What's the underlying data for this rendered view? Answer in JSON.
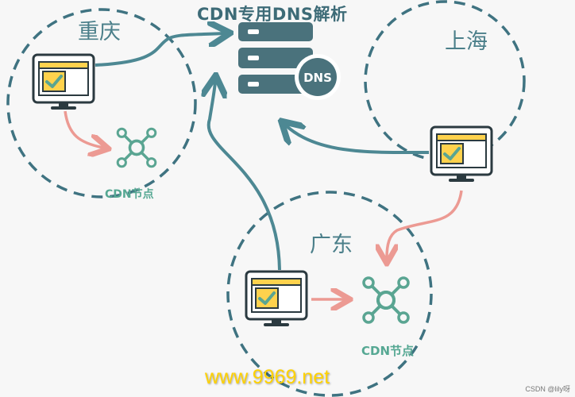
{
  "diagram": {
    "title": "CDN专用DNS解析",
    "dns_label": "DNS",
    "regions": {
      "chongqing": "重庆",
      "shanghai": "上海",
      "guangdong": "广东"
    },
    "cdn_nodes": {
      "chongqing": "CDN节点",
      "guangdong": "CDN节点"
    },
    "watermark": "www.9969.net",
    "credit": "CSDN @lily呀"
  },
  "colors": {
    "dashed_circle": "#3f7381",
    "connector": "#4d8893",
    "server": "#4a727c",
    "node": "#5aa592",
    "arrow_pink": "#ec9a93",
    "monitor_screen": "#ffd24d",
    "check": "#5aa592"
  }
}
